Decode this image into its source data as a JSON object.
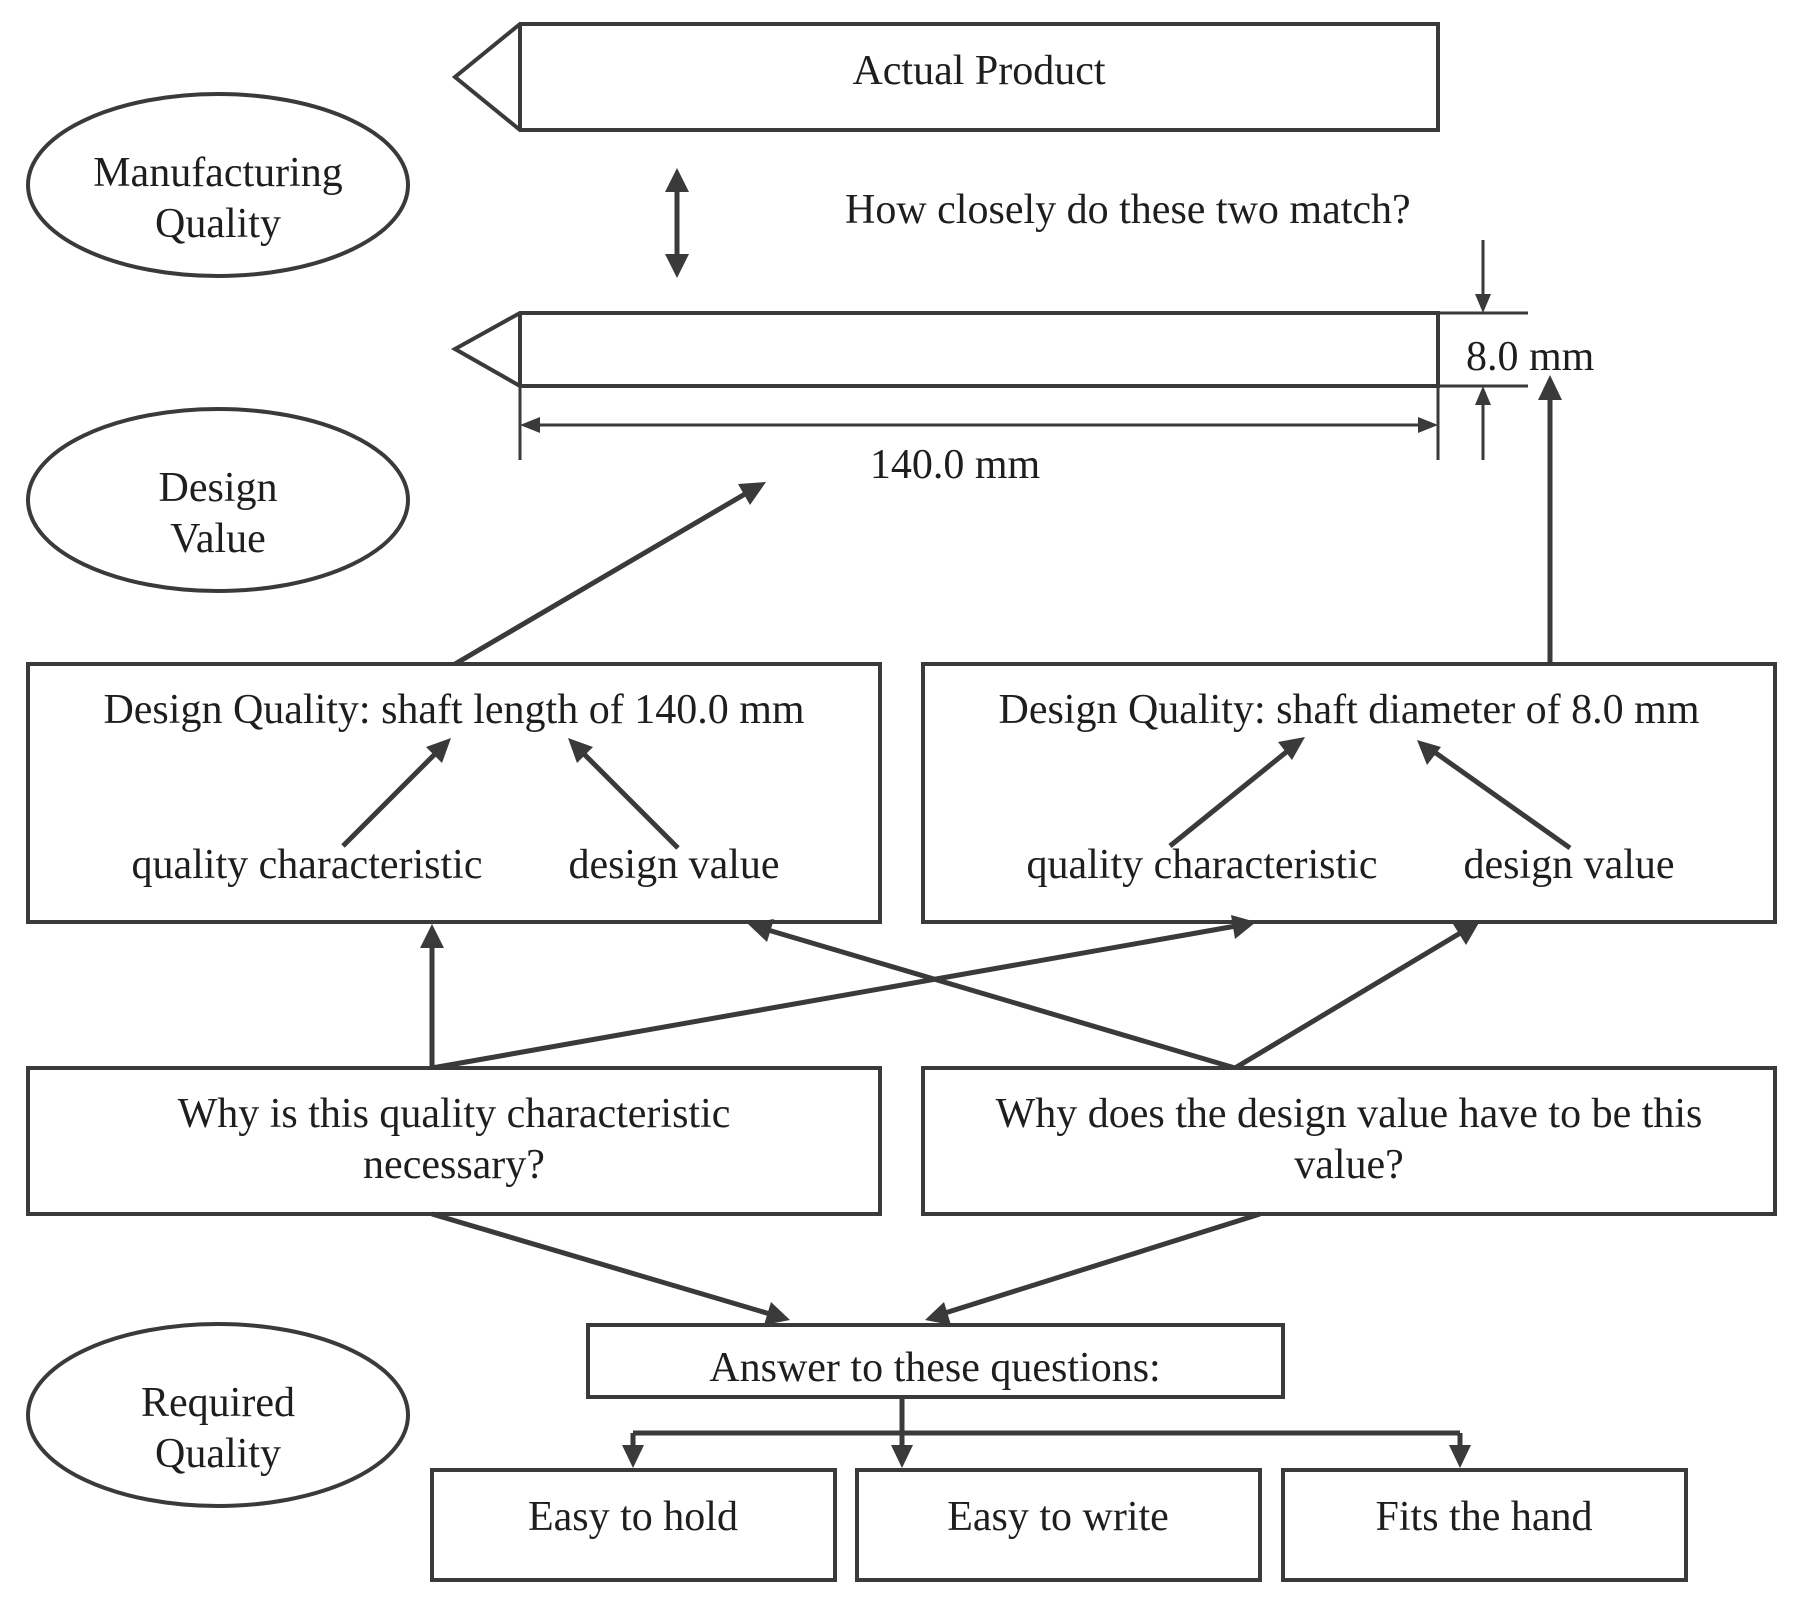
{
  "labels": {
    "manufacturing_quality": [
      "Manufacturing",
      "Quality"
    ],
    "design_value": [
      "Design",
      "Value"
    ],
    "required_quality": [
      "Required",
      "Quality"
    ]
  },
  "actual_product": "Actual Product",
  "match_question": "How closely do these two match?",
  "dimensions": {
    "diameter": "8.0 mm",
    "length": "140.0 mm"
  },
  "design_quality_length": {
    "title": "Design Quality: shaft length of 140.0 mm",
    "characteristic": "quality characteristic",
    "value": "design value"
  },
  "design_quality_diameter": {
    "title": "Design Quality: shaft diameter of 8.0 mm",
    "characteristic": "quality characteristic",
    "value": "design value"
  },
  "questions": {
    "characteristic": [
      "Why is this quality characteristic",
      "necessary?"
    ],
    "value": [
      "Why does the design value have to be this",
      "value?"
    ]
  },
  "answer_box": "Answer to these questions:",
  "requirements": [
    "Easy to hold",
    "Easy to write",
    "Fits the hand"
  ]
}
